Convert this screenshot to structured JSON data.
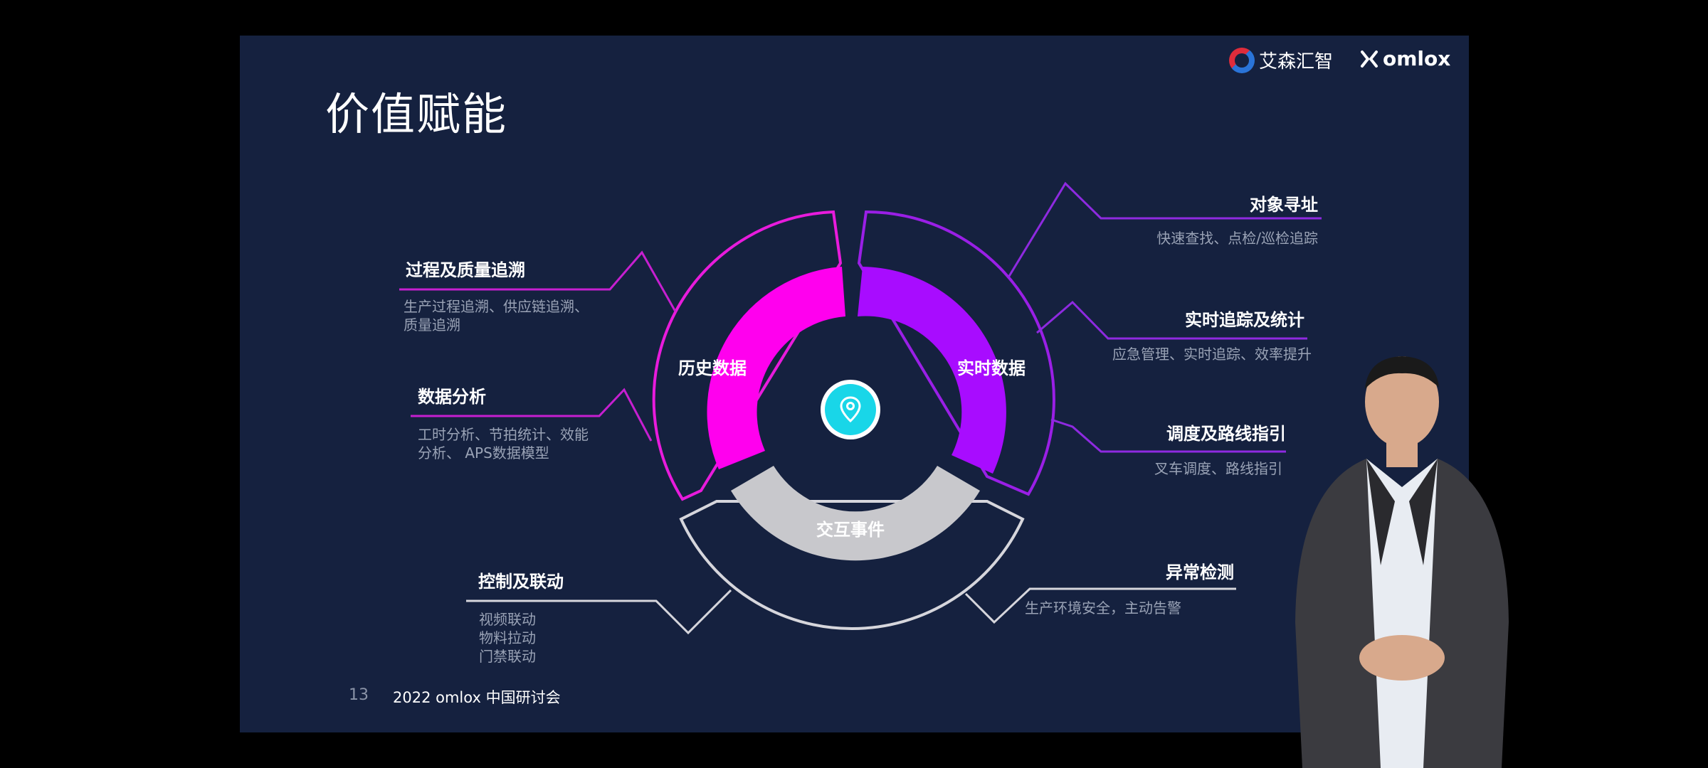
{
  "slide": {
    "title": "价值赋能",
    "page_number": "13",
    "footer": "2022 omlox 中国研讨会"
  },
  "logos": {
    "aisen": "艾森汇智",
    "omlox": "omlox"
  },
  "diagram": {
    "segments": {
      "history": "历史数据",
      "realtime": "实时数据",
      "interaction": "交互事件"
    },
    "center_icon": "location-pin-icon",
    "colors": {
      "history": "#ff00ee",
      "realtime": "#a80cff",
      "interaction": "#c8c8cc",
      "history_outline": "#e81bdc",
      "realtime_outline": "#9a1fe6",
      "interaction_outline": "#d6d6dc",
      "center": "#19d6e8"
    }
  },
  "features": {
    "left": [
      {
        "title": "过程及质量追溯",
        "desc": [
          "生产过程追溯、供应链追溯、",
          "质量追溯"
        ]
      },
      {
        "title": "数据分析",
        "desc": [
          "工时分析、节拍统计、效能",
          "分析、 APS数据模型"
        ]
      },
      {
        "title": "控制及联动",
        "desc": [
          "视频联动",
          "物料拉动",
          "门禁联动"
        ]
      }
    ],
    "right": [
      {
        "title": "对象寻址",
        "desc": [
          "快速查找、点检/巡检追踪"
        ]
      },
      {
        "title": "实时追踪及统计",
        "desc": [
          "应急管理、实时追踪、效率提升"
        ]
      },
      {
        "title": "调度及路线指引",
        "desc": [
          "叉车调度、路线指引"
        ]
      },
      {
        "title": "异常检测",
        "desc": [
          "生产环境安全，主动告警"
        ]
      }
    ]
  }
}
